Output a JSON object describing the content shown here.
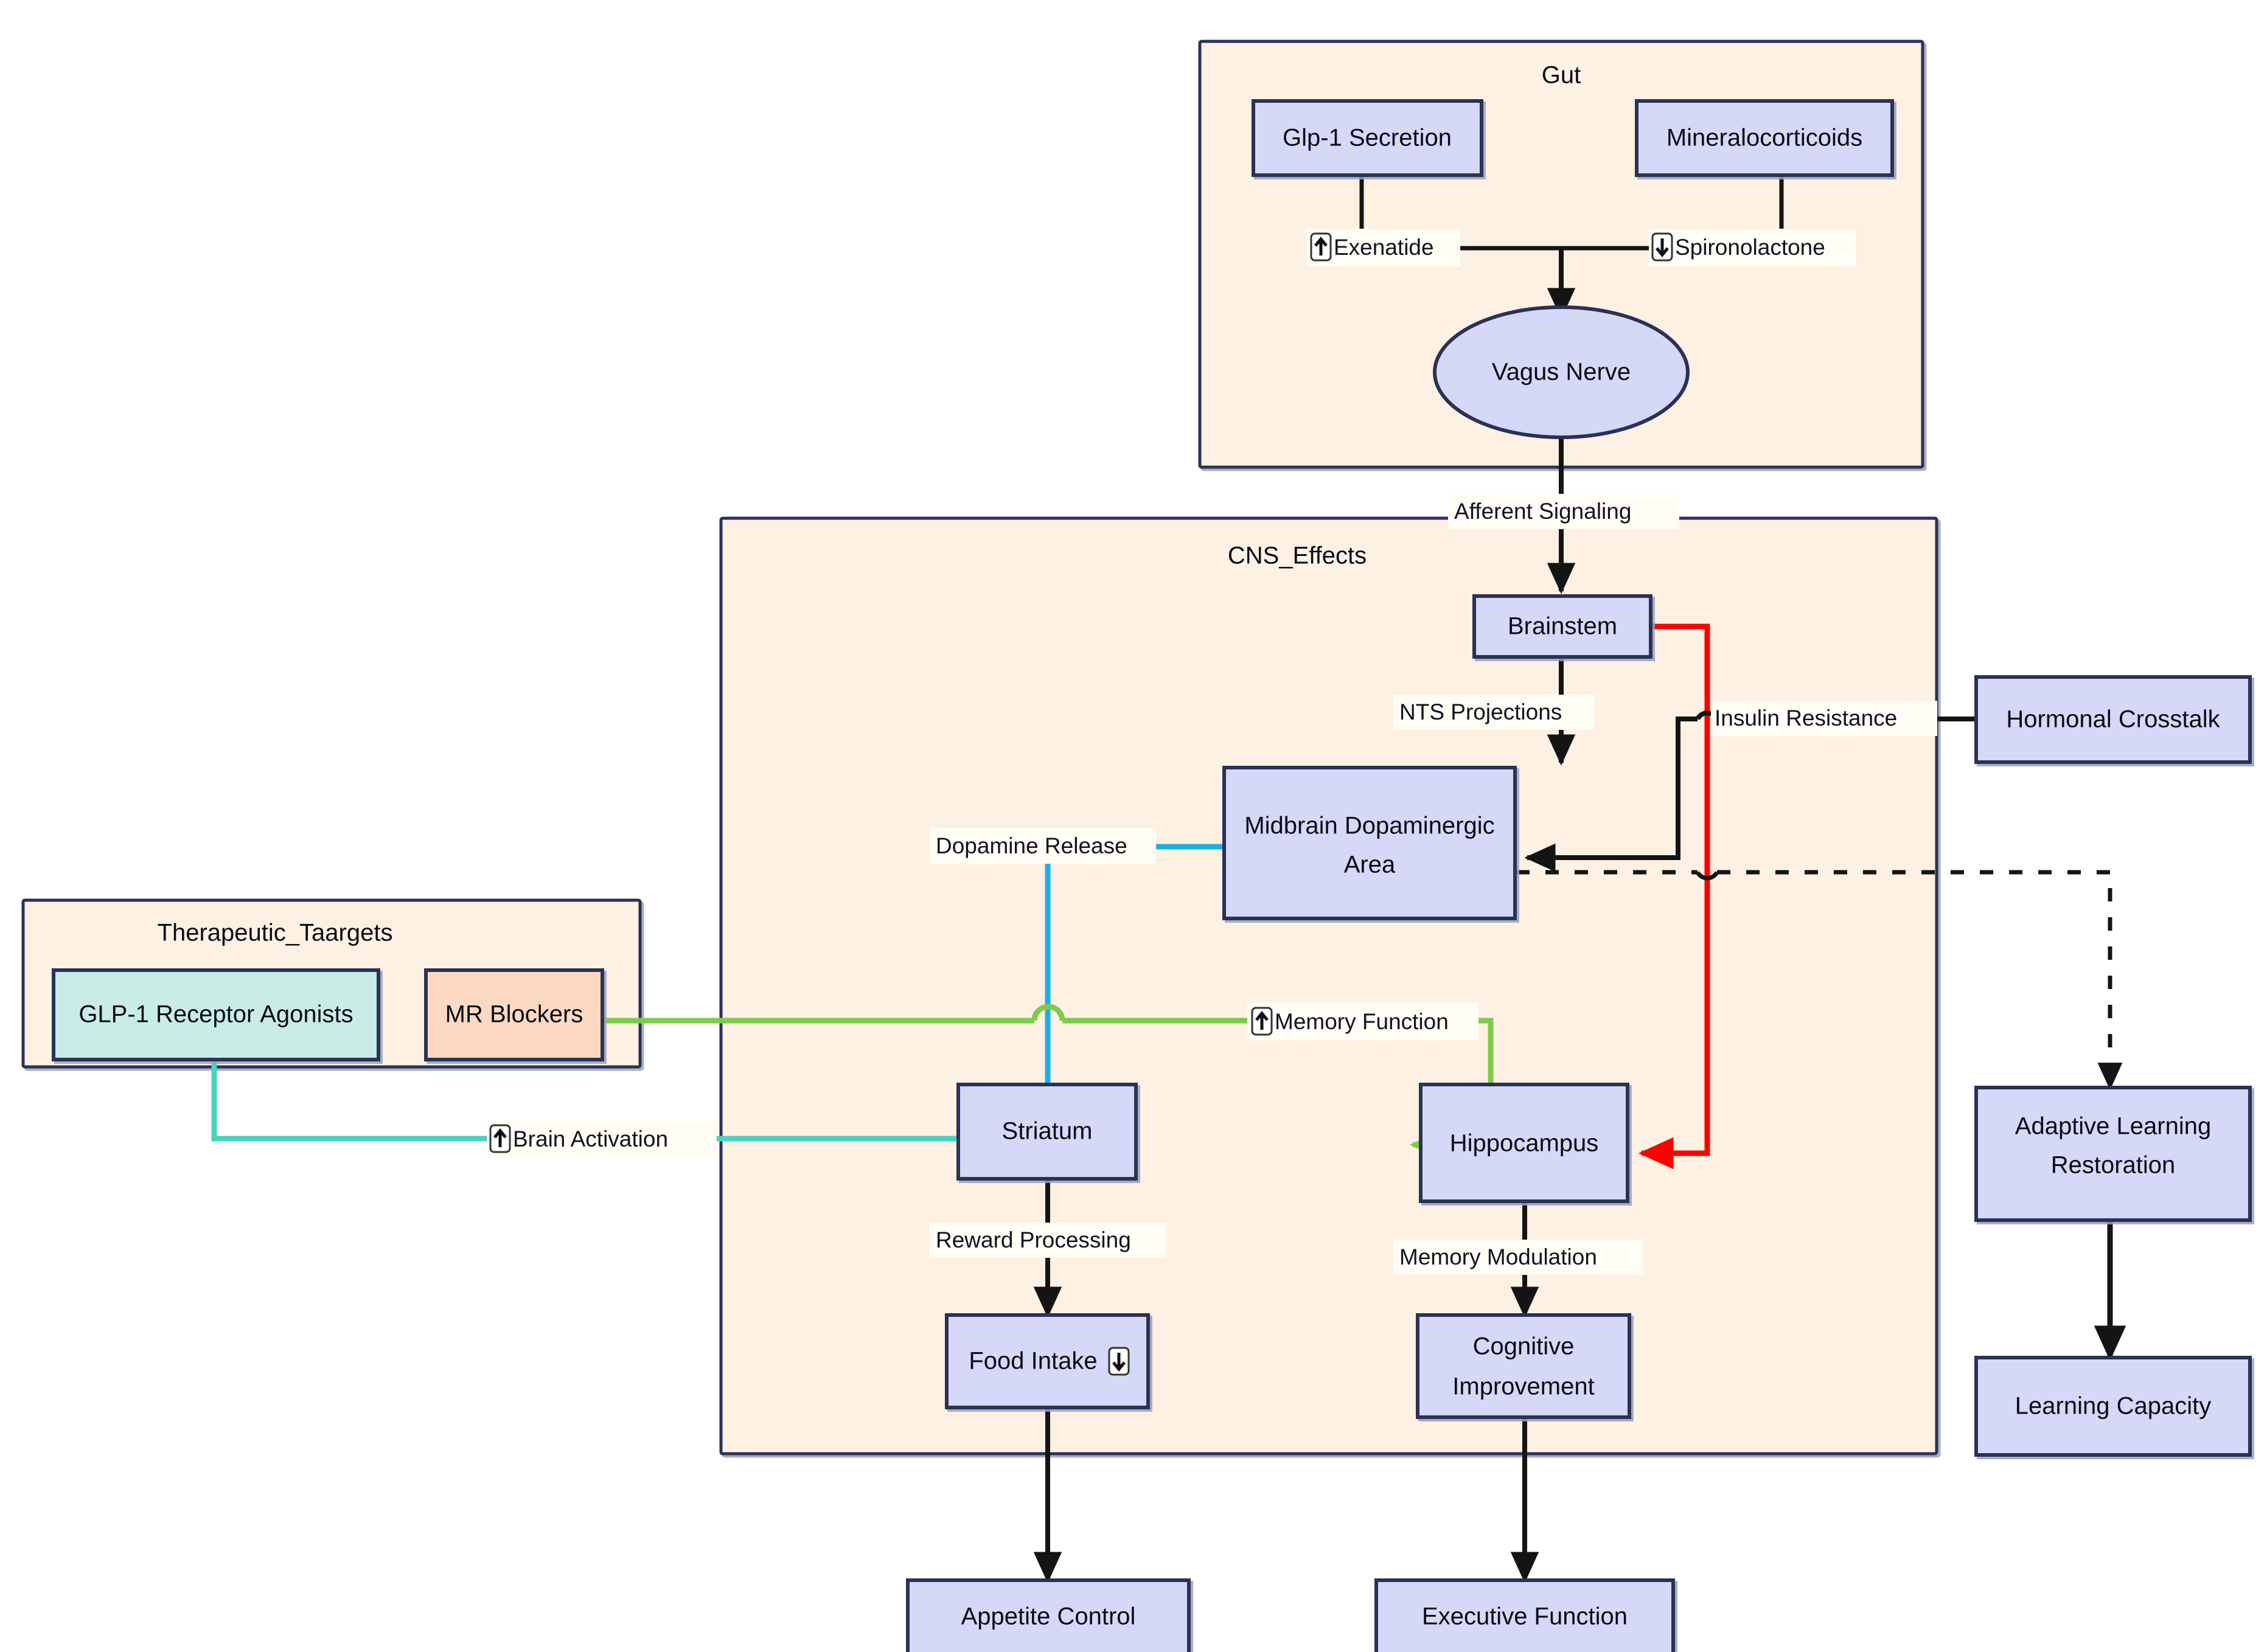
{
  "diagram": {
    "type": "flowchart",
    "title_visible": false,
    "colors": {
      "node_fill": "#d6d8f7",
      "node_stroke": "#2b3055",
      "cluster_fill": "#fdf1e3",
      "cluster_stroke": "#2b3055",
      "glp1_fill": "#c9ece6",
      "mr_fill": "#fbd9c2",
      "edge_black": "#141414",
      "edge_red": "#ff0000",
      "edge_blue": "#1eafe8",
      "edge_green": "#7dcc4a",
      "edge_teal": "#45d4bd",
      "label_bg": "#fffdf4"
    },
    "clusters": [
      {
        "id": "gut",
        "label": "Gut"
      },
      {
        "id": "cns",
        "label": "CNS_Effects"
      },
      {
        "id": "therapeutic",
        "label": "Therapeutic_Taargets"
      }
    ],
    "nodes": [
      {
        "id": "glp1_secretion",
        "label": "Glp-1 Secretion",
        "cluster": "gut",
        "shape": "rect"
      },
      {
        "id": "mineralocorticoids",
        "label": "Mineralocorticoids",
        "cluster": "gut",
        "shape": "rect"
      },
      {
        "id": "vagus_nerve",
        "label": "Vagus Nerve",
        "cluster": "gut",
        "shape": "ellipse"
      },
      {
        "id": "brainstem",
        "label": "Brainstem",
        "cluster": "cns",
        "shape": "rect"
      },
      {
        "id": "midbrain",
        "label": "Midbrain Dopaminergic Area",
        "label_lines": [
          "Midbrain Dopaminergic",
          "Area"
        ],
        "cluster": "cns",
        "shape": "rect"
      },
      {
        "id": "striatum",
        "label": "Striatum",
        "cluster": "cns",
        "shape": "rect"
      },
      {
        "id": "hippocampus",
        "label": "Hippocampus",
        "cluster": "cns",
        "shape": "rect"
      },
      {
        "id": "food_intake",
        "label": "Food Intake",
        "suffix_icon": "down-arrow-icon",
        "cluster": "cns",
        "shape": "rect"
      },
      {
        "id": "cognitive_improvement",
        "label": "Cognitive Improvement",
        "label_lines": [
          "Cognitive",
          "Improvement"
        ],
        "cluster": "cns",
        "shape": "rect"
      },
      {
        "id": "appetite_control",
        "label": "Appetite Control",
        "cluster": null,
        "shape": "rect"
      },
      {
        "id": "executive_function",
        "label": "Executive Function",
        "cluster": null,
        "shape": "rect"
      },
      {
        "id": "hormonal_crosstalk",
        "label": "Hormonal Crosstalk",
        "cluster": null,
        "shape": "rect"
      },
      {
        "id": "adaptive_learning",
        "label": "Adaptive Learning Restoration",
        "label_lines": [
          "Adaptive Learning",
          "Restoration"
        ],
        "cluster": null,
        "shape": "rect"
      },
      {
        "id": "learning_capacity",
        "label": "Learning Capacity",
        "cluster": null,
        "shape": "rect"
      },
      {
        "id": "glp1_agonists",
        "label": "GLP-1 Receptor Agonists",
        "cluster": "therapeutic",
        "shape": "rect"
      },
      {
        "id": "mr_blockers",
        "label": "MR Blockers",
        "cluster": "therapeutic",
        "shape": "rect"
      }
    ],
    "edge_labels": {
      "exenatide": {
        "text": "Exenatide",
        "icon": "up-arrow-icon"
      },
      "spironolactone": {
        "text": "Spironolactone",
        "icon": "down-arrow-icon"
      },
      "afferent": {
        "text": "Afferent Signaling",
        "icon": null
      },
      "nts": {
        "text": "NTS Projections",
        "icon": null
      },
      "insulin": {
        "text": "Insulin Resistance",
        "icon": null
      },
      "dopamine": {
        "text": "Dopamine Release",
        "icon": null
      },
      "memory_function": {
        "text": "Memory Function",
        "icon": "up-arrow-icon"
      },
      "brain_activation": {
        "text": "Brain Activation",
        "icon": "up-arrow-icon"
      },
      "reward": {
        "text": "Reward Processing",
        "icon": null
      },
      "memory_mod": {
        "text": "Memory Modulation",
        "icon": null
      }
    },
    "edges": [
      {
        "from": "glp1_secretion",
        "to": "vagus_nerve",
        "label": "Exenatide",
        "color": "#141414",
        "style": "solid"
      },
      {
        "from": "mineralocorticoids",
        "to": "vagus_nerve",
        "label": "Spironolactone",
        "color": "#141414",
        "style": "solid"
      },
      {
        "from": "vagus_nerve",
        "to": "brainstem",
        "label": "Afferent Signaling",
        "color": "#141414",
        "style": "solid"
      },
      {
        "from": "brainstem",
        "to": "midbrain",
        "label": "NTS Projections",
        "color": "#141414",
        "style": "solid"
      },
      {
        "from": "brainstem",
        "to": "hippocampus",
        "label": "",
        "color": "#ff0000",
        "style": "solid"
      },
      {
        "from": "hormonal_crosstalk",
        "to": "midbrain",
        "label": "Insulin Resistance",
        "color": "#141414",
        "style": "solid"
      },
      {
        "from": "midbrain",
        "to": "striatum",
        "label": "Dopamine Release",
        "color": "#1eafe8",
        "style": "solid"
      },
      {
        "from": "midbrain",
        "to": "adaptive_learning",
        "label": "",
        "color": "#141414",
        "style": "dashed"
      },
      {
        "from": "mr_blockers",
        "to": "hippocampus",
        "label": "Memory Function",
        "color": "#7dcc4a",
        "style": "solid"
      },
      {
        "from": "glp1_agonists",
        "to": "striatum",
        "label": "Brain Activation",
        "color": "#45d4bd",
        "style": "solid"
      },
      {
        "from": "striatum",
        "to": "food_intake",
        "label": "Reward Processing",
        "color": "#141414",
        "style": "solid"
      },
      {
        "from": "hippocampus",
        "to": "cognitive_improvement",
        "label": "Memory Modulation",
        "color": "#141414",
        "style": "solid"
      },
      {
        "from": "food_intake",
        "to": "appetite_control",
        "label": "",
        "color": "#141414",
        "style": "solid"
      },
      {
        "from": "cognitive_improvement",
        "to": "executive_function",
        "label": "",
        "color": "#141414",
        "style": "solid"
      },
      {
        "from": "adaptive_learning",
        "to": "learning_capacity",
        "label": "",
        "color": "#141414",
        "style": "solid"
      }
    ]
  }
}
